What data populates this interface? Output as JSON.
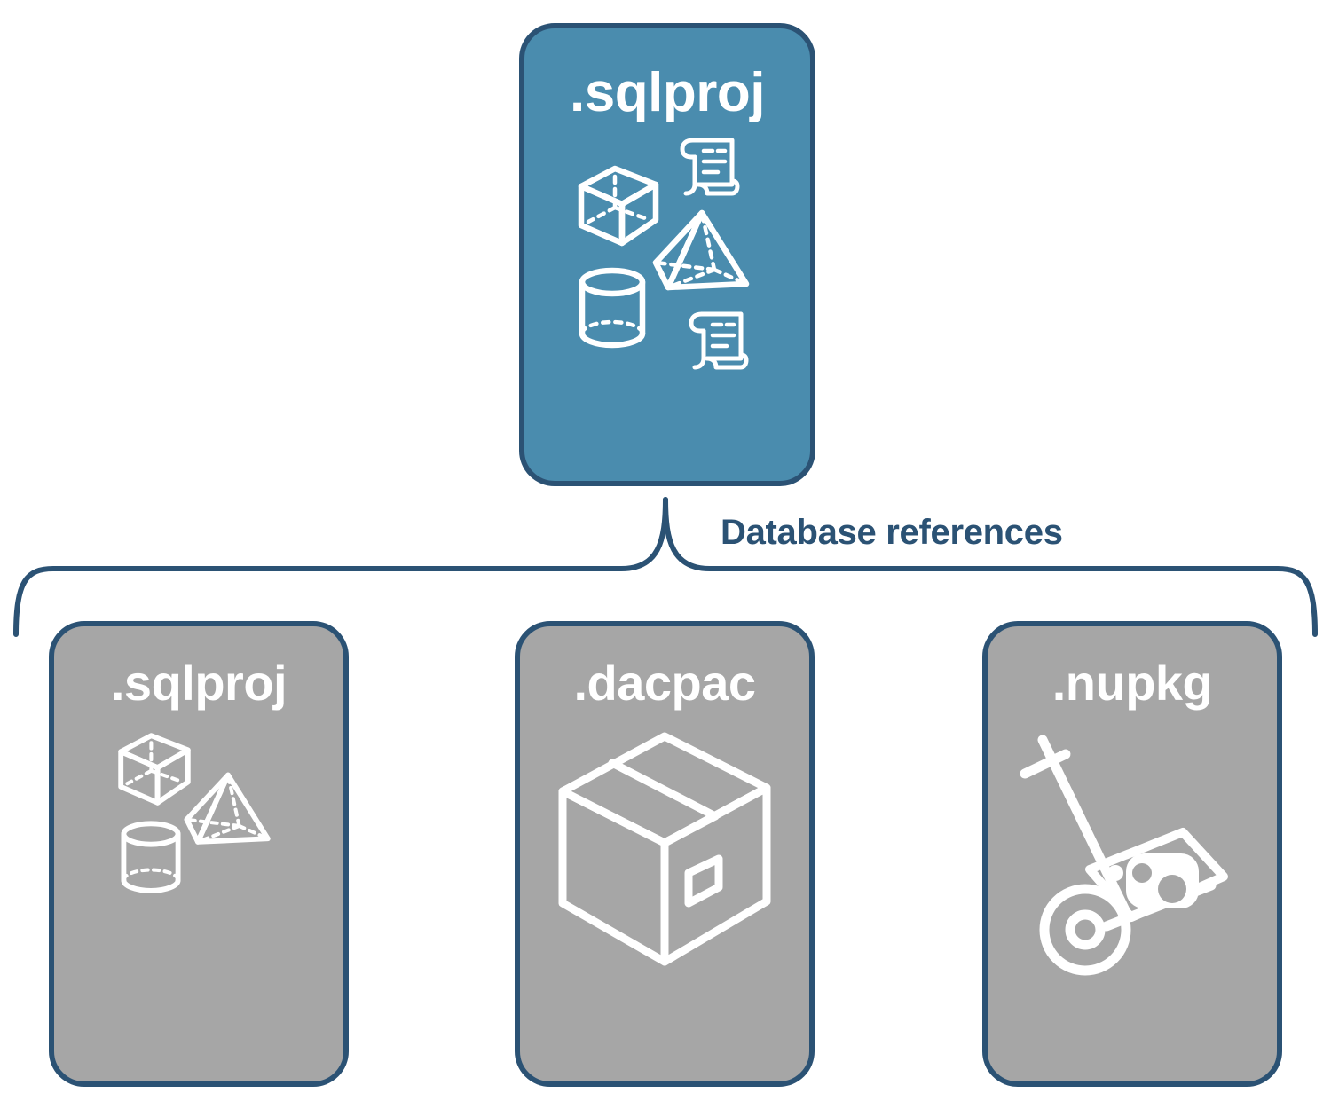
{
  "diagram": {
    "title_text": "Database references",
    "colors": {
      "primary_fill": "#4a8cae",
      "secondary_fill": "#a6a6a6",
      "stroke": "#2b5274",
      "icon": "#ffffff",
      "background": "#ffffff"
    }
  },
  "root_node": {
    "label": ".sqlproj",
    "style": "primary",
    "icons": [
      "wireframe-cube-icon",
      "scroll-script-icon",
      "wireframe-pyramid-icon",
      "wireframe-cylinder-icon",
      "scroll-script-icon"
    ]
  },
  "connector": {
    "label": "Database references",
    "type": "brace"
  },
  "reference_nodes": [
    {
      "label": ".sqlproj",
      "style": "secondary",
      "icons": [
        "wireframe-cube-icon",
        "wireframe-pyramid-icon",
        "wireframe-cylinder-icon"
      ]
    },
    {
      "label": ".dacpac",
      "style": "secondary",
      "icons": [
        "shipping-box-icon"
      ]
    },
    {
      "label": ".nupkg",
      "style": "secondary",
      "icons": [
        "hand-truck-package-icon"
      ]
    }
  ]
}
